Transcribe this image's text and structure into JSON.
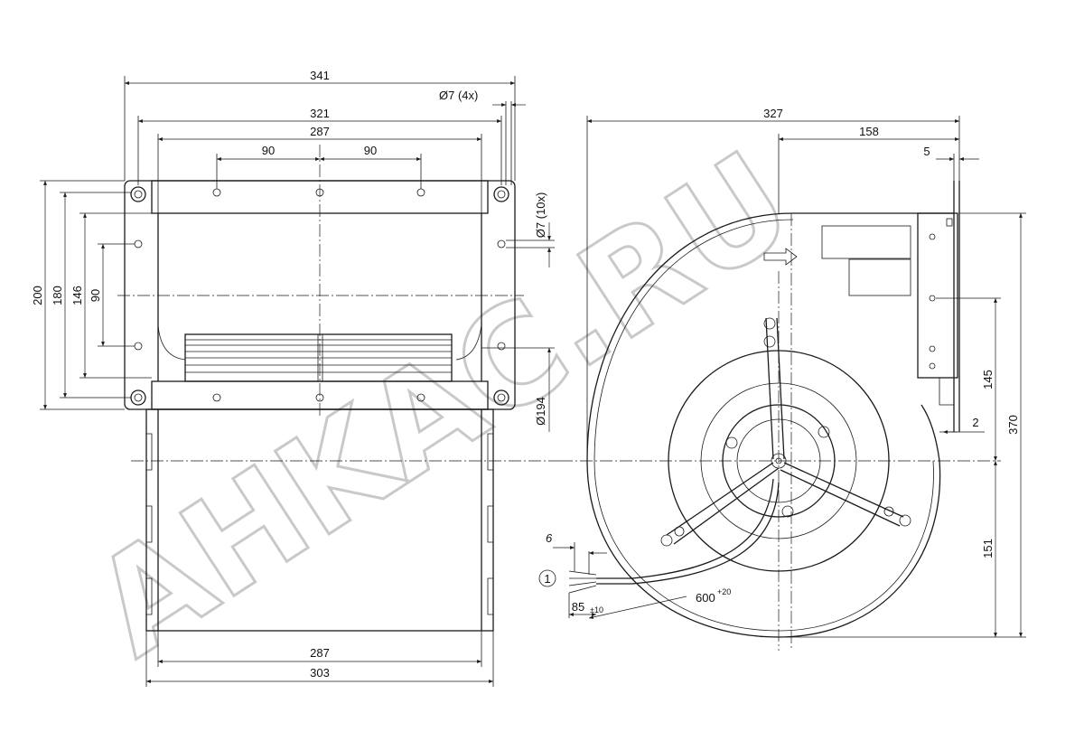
{
  "watermark": "AHKAC.RU",
  "front_view": {
    "dims": {
      "w341": "341",
      "w321": "321",
      "w287_top": "287",
      "hole_d7_4x": "Ø7 (4x)",
      "hole_d7_10x": "Ø7 (10x)",
      "p90_left": "90",
      "p90_right": "90",
      "h200": "200",
      "h180": "180",
      "h146": "146",
      "h90": "90",
      "d194": "Ø194"
    }
  },
  "bottom_view": {
    "dims": {
      "w287": "287",
      "w303": "303"
    }
  },
  "side_view": {
    "dims": {
      "w327": "327",
      "w158": "158",
      "w5": "5",
      "h145": "145",
      "h2": "2",
      "h370": "370",
      "h151": "151",
      "wire6": "6",
      "cable_len": "600",
      "cable_tol": "+20",
      "strip_len": "85",
      "strip_tol": "±10",
      "item1": "1"
    }
  }
}
